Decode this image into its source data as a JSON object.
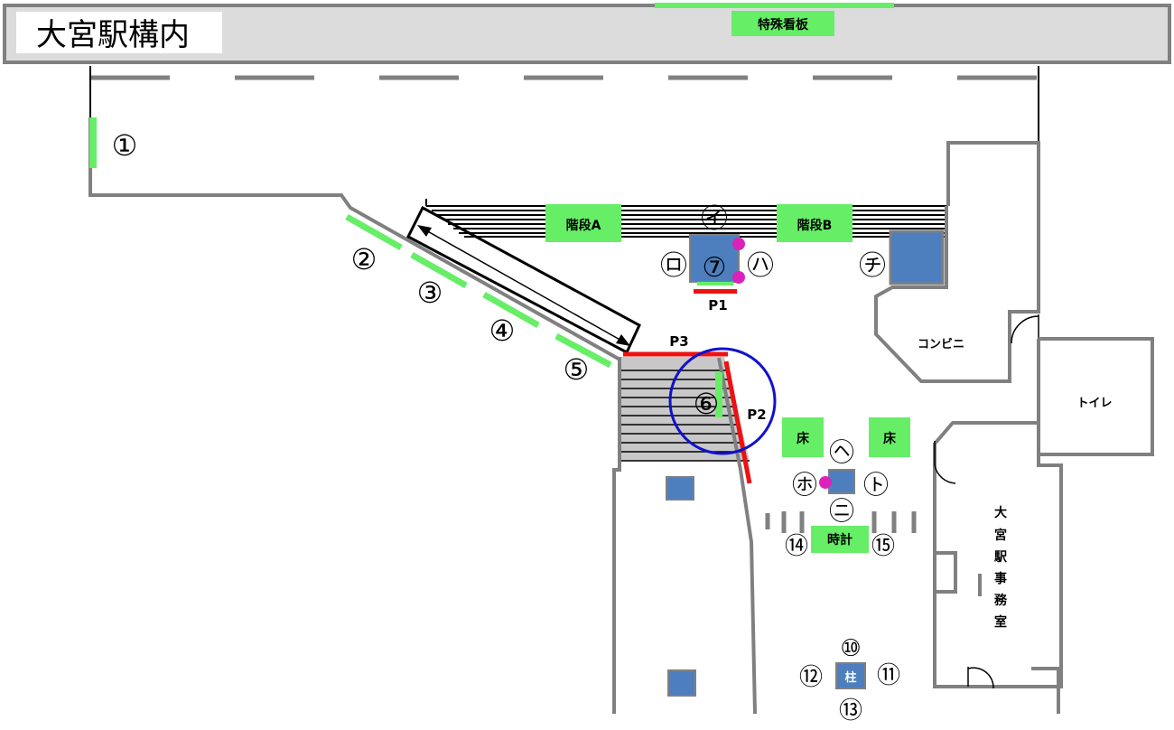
{
  "title": "大宮駅構内",
  "signs": {
    "special": "特殊看板",
    "stairs_a": "階段A",
    "stairs_b": "階段B",
    "floor_left": "床",
    "floor_right": "床",
    "clock": "時計",
    "pillar": "柱"
  },
  "rooms": {
    "konbini": "コンビニ",
    "toilet": "トイレ",
    "office": [
      "大",
      "宮",
      "駅",
      "事",
      "務",
      "室"
    ]
  },
  "positions": {
    "p1": "P1",
    "p2": "P2",
    "p3": "P3"
  },
  "markers": {
    "m1": "①",
    "m2": "②",
    "m3": "③",
    "m4": "④",
    "m5": "⑤",
    "m6": "⑥",
    "m7": "⑦",
    "m10": "⑩",
    "m11": "⑪",
    "m12": "⑫",
    "m13": "⑬",
    "m14": "⑭",
    "m15": "⑮",
    "i": "㋑",
    "ro": "㋺",
    "ha": "㋩",
    "ni": "㋥",
    "ho": "㋭",
    "he": "㋬",
    "to": "㋣",
    "chi": "㋠"
  },
  "colors": {
    "sign_green": "#66ee66",
    "wall_gray": "#808080",
    "panel_blue": "#4d7fbf",
    "position_red": "#ee1111",
    "highlight_blue": "#1111cc",
    "magenta": "#dd22bb",
    "stair_fill": "#c8c8c8"
  }
}
